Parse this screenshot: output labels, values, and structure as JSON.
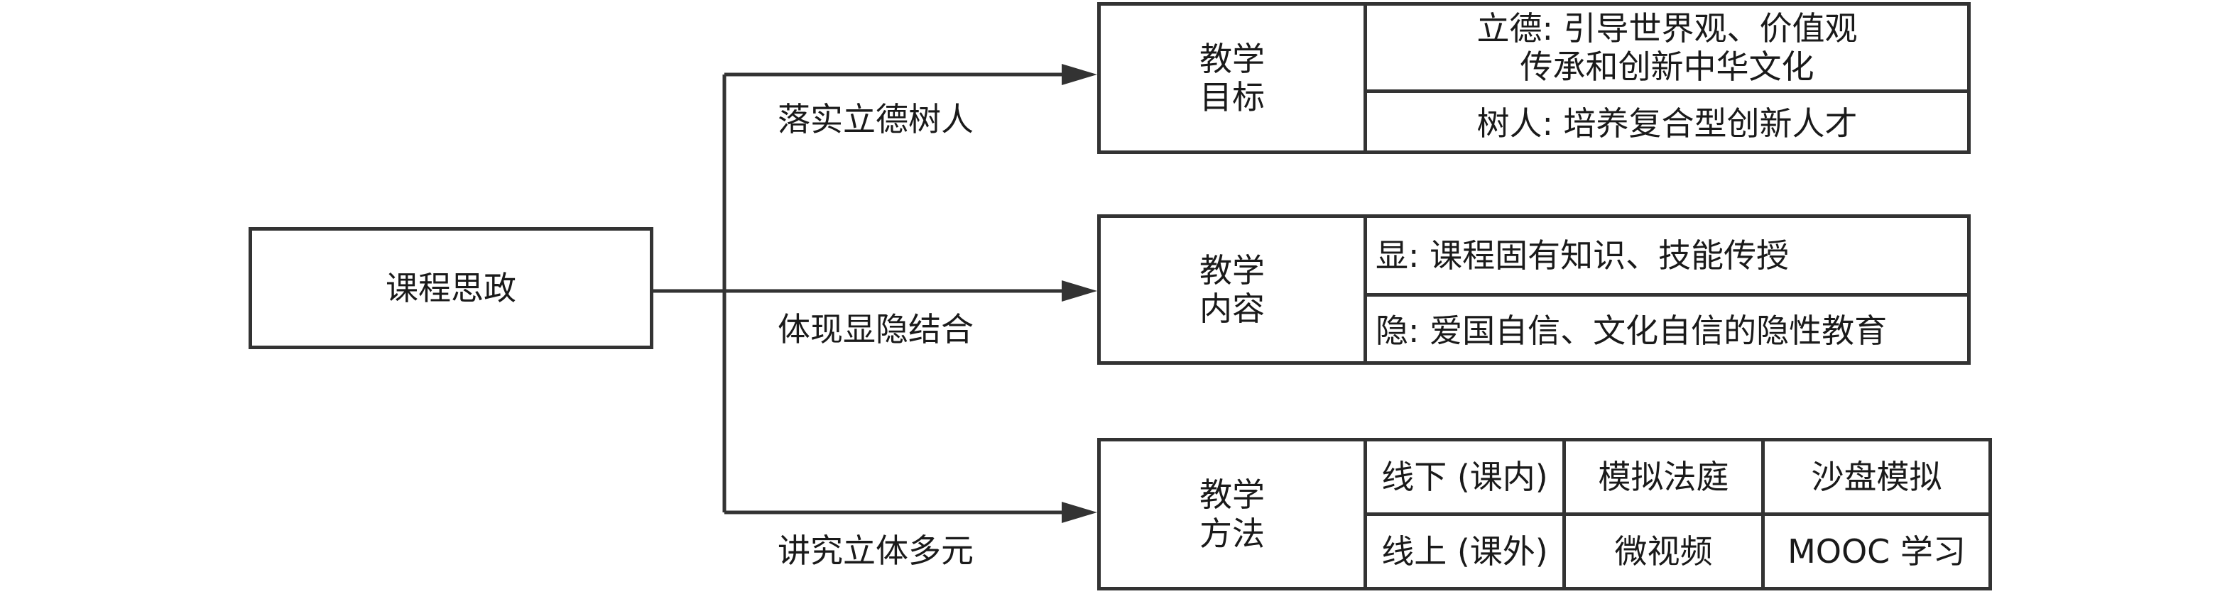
{
  "root": {
    "label": "课程思政"
  },
  "branches": [
    {
      "label": "落实立德树人",
      "category": "教学\n目标",
      "items": [
        "立德: 引导世界观、价值观\n传承和创新中华文化",
        "树人: 培养复合型创新人才"
      ]
    },
    {
      "label": "体现显隐结合",
      "category": "教学\n内容",
      "items": [
        "显: 课程固有知识、技能传授",
        "隐: 爱国自信、文化自信的隐性教育"
      ]
    },
    {
      "label": "讲究立体多元",
      "category": "教学\n方法",
      "rows": [
        [
          "线下 (课内)",
          "模拟法庭",
          "沙盘模拟"
        ],
        [
          "线上 (课外)",
          "微视频",
          "MOOC 学习"
        ]
      ]
    }
  ]
}
